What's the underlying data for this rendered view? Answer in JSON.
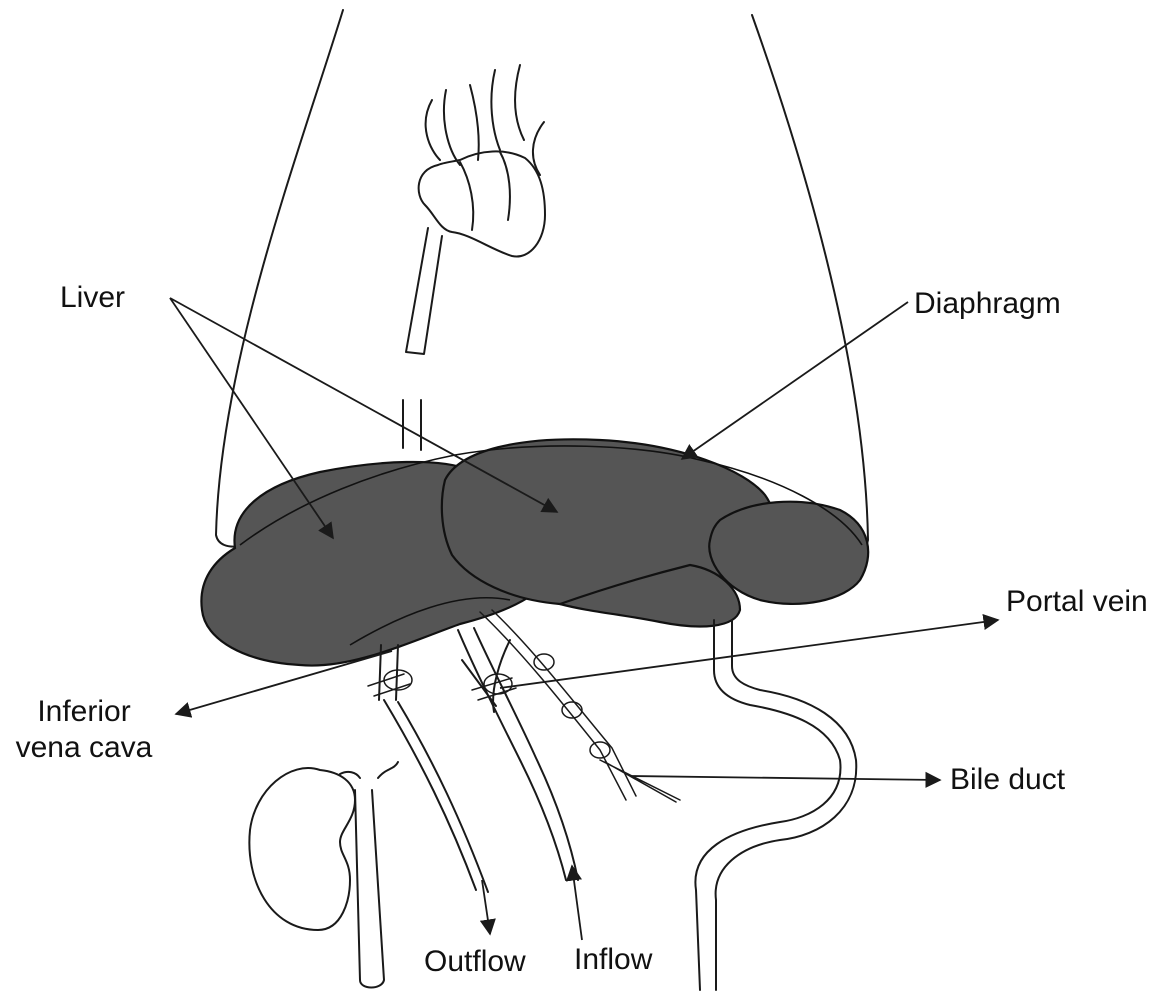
{
  "labels": {
    "liver": "Liver",
    "diaphragm": "Diaphragm",
    "portal_vein": "Portal vein",
    "inferior_vena_cava_line1": "Inferior",
    "inferior_vena_cava_line2": "vena cava",
    "bile_duct": "Bile duct",
    "outflow": "Outflow",
    "inflow": "Inflow"
  },
  "colors": {
    "liver_fill": "#555555",
    "line": "#1a1a1a",
    "background": "#ffffff"
  }
}
